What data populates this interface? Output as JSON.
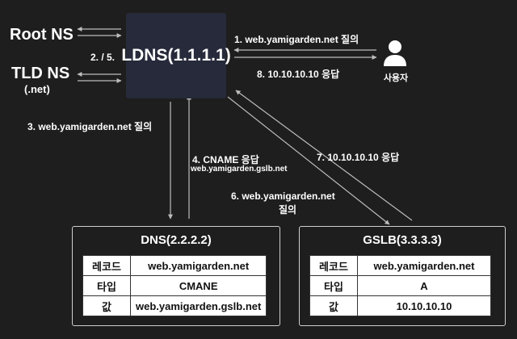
{
  "ldns": {
    "label": "LDNS(1.1.1.1)"
  },
  "root_ns": {
    "label": "Root NS"
  },
  "tld_ns": {
    "label": "TLD NS",
    "sub": "(.net)"
  },
  "user": {
    "label": "사용자",
    "icon": "person-icon"
  },
  "steps": {
    "s1": "1. web.yamigarden.net 질의",
    "s2_5": "2. / 5.",
    "s3": "3. web.yamigarden.net 질의",
    "s4": "4. CNAME 응답",
    "s4_sub": "web.yamigarden.gslb.net",
    "s6_line1": "6. web.yamigarden.net",
    "s6_line2": "질의",
    "s7": "7. 10.10.10.10 응답",
    "s8": "8. 10.10.10.10 응답"
  },
  "dns_server": {
    "title": "DNS(2.2.2.2)",
    "rows": [
      {
        "key": "레코드",
        "value": "web.yamigarden.net"
      },
      {
        "key": "타입",
        "value": "CMANE"
      },
      {
        "key": "값",
        "value": "web.yamigarden.gslb.net"
      }
    ]
  },
  "gslb_server": {
    "title": "GSLB(3.3.3.3)",
    "rows": [
      {
        "key": "레코드",
        "value": "web.yamigarden.net"
      },
      {
        "key": "타입",
        "value": "A"
      },
      {
        "key": "값",
        "value": "10.10.10.10"
      }
    ]
  },
  "colors": {
    "background": "#1e1e1e",
    "ldns_box": "#262a3a",
    "line": "#bdbdbd",
    "text": "#ffffff"
  }
}
